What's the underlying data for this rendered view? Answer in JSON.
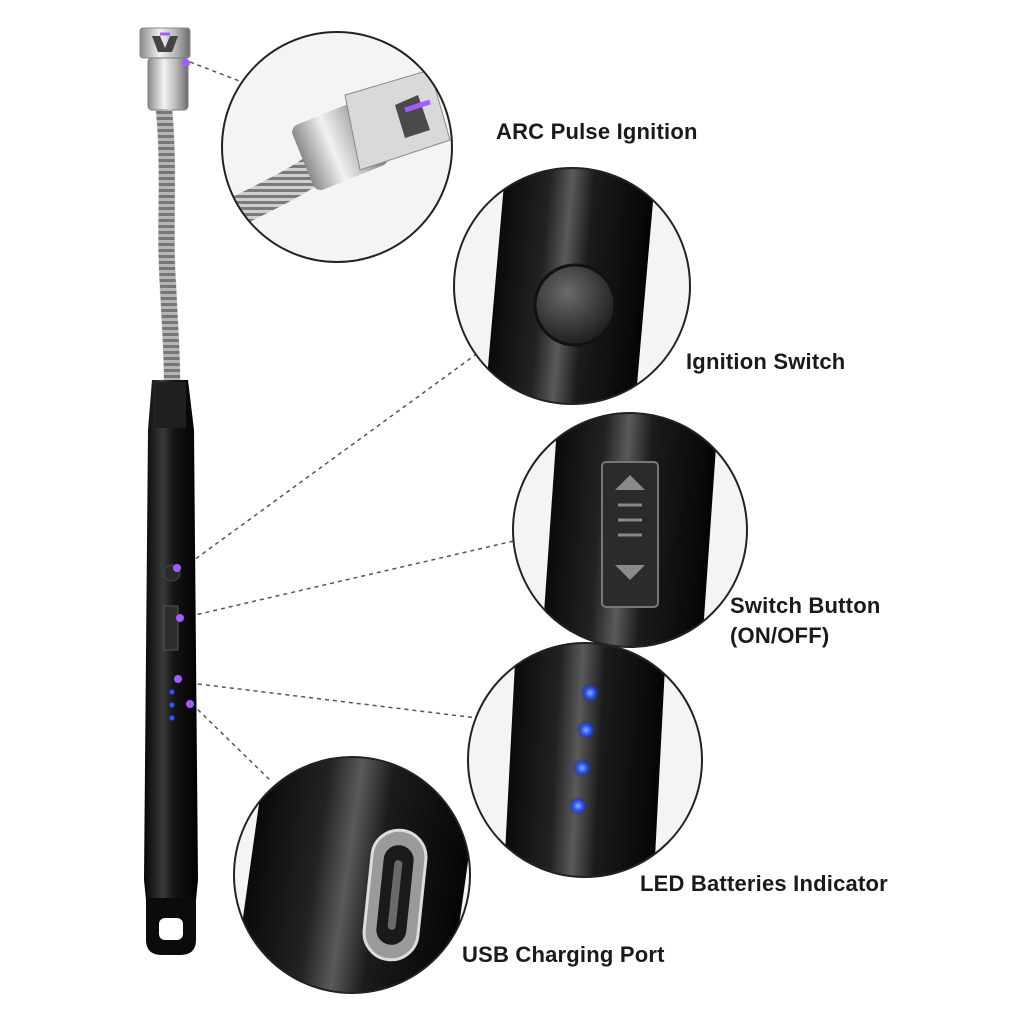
{
  "labels": {
    "arc_pulse_ignition": "ARC Pulse Ignition",
    "ignition_switch": "Ignition Switch",
    "switch_button_line1": "Switch Button",
    "switch_button_line2": "(ON/OFF)",
    "led_batteries_indicator": "LED Batteries Indicator",
    "usb_charging_port": "USB Charging Port"
  },
  "colors": {
    "body": "#111111",
    "metal": "#c9c9c9",
    "arc": "#a35cff",
    "led": "#2a55ff",
    "text": "#1a1a1a",
    "leader_line": "#555555"
  },
  "icons": [
    "lighter-product",
    "arc-tip-detail",
    "ignition-button-detail",
    "slide-switch-detail",
    "led-indicator-detail",
    "usb-c-port-detail"
  ]
}
